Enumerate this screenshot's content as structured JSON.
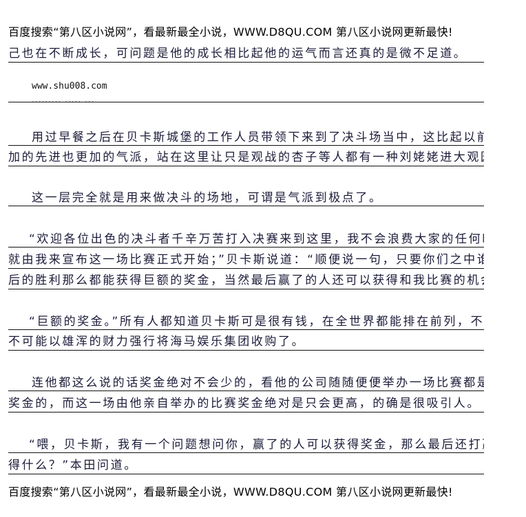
{
  "header_banner": "百度搜索“第八区小说网”，看最新最全小说，WWW.D8QU.COM  第八区小说网更新最快!",
  "footer_banner": "百度搜索“第八区小说网”，看最新最全小说，WWW.D8QU.COM  第八区小说网更新最快!",
  "watermark_url": "www.shu008.com",
  "watermark_dots": "......... ..... ...",
  "lines": [
    "己也在不断成长，可问题是他的成长相比起他的运气而言还真的是微不足道。",
    "用过早餐之后在贝卡斯城堡的工作人员带领下来到了决斗场当中，这比起以前的决斗者更",
    "加的先进也更加的气派，站在这里让只是观战的杏子等人都有一种刘姥姥进大观园的表现。",
    "这一层完全就是用来做决斗的场地，可谓是气派到极点了。",
    "“欢迎各位出色的决斗者千辛万苦打入决赛来到这里，我不会浪费大家的任何时间，现在",
    "就由我来宣布这一场比赛正式开始；”贝卡斯说道：“顺便说一句，只要你们之中谁获得了最",
    "后的胜利那么都能获得巨额的奖金，当然最后赢了的人还可以获得和我比赛的机会。”",
    "“巨额的奖金。”所有人都知道贝卡斯可是很有钱，在全世界都能排在前列，不然的话也",
    "不可能以雄浑的财力强行将海马娱乐集团收购了。",
    "连他都这么说的话奖金绝对不会少的，看他的公司随随便便举办一场比赛都是几百万作为",
    "奖金的，而这一场由他亲自举办的比赛奖金绝对是只会更高，的确是很吸引人。",
    "“喂，贝卡斯，我有一个问题想问你，赢了的人可以获得奖金，那么最后还打赢了又能获",
    "得什么？”本田问道。"
  ]
}
